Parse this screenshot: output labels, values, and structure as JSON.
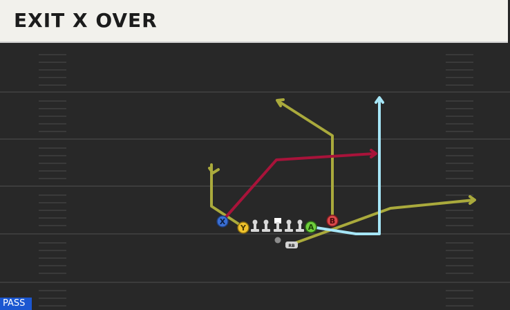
{
  "header": {
    "title": "EXIT X OVER"
  },
  "badge": {
    "label": "PASS"
  },
  "players": {
    "x": "X",
    "y": "Y",
    "a": "A",
    "b": "B",
    "rb": "RB"
  },
  "colors": {
    "x_route": "#a8133a",
    "yellow_route": "#aaaa3c",
    "blue_route": "#a6e6f7",
    "x_circle": "#3a6fd4",
    "y_circle": "#f0c32c",
    "a_circle": "#6fce3c",
    "b_circle": "#d9484a"
  }
}
